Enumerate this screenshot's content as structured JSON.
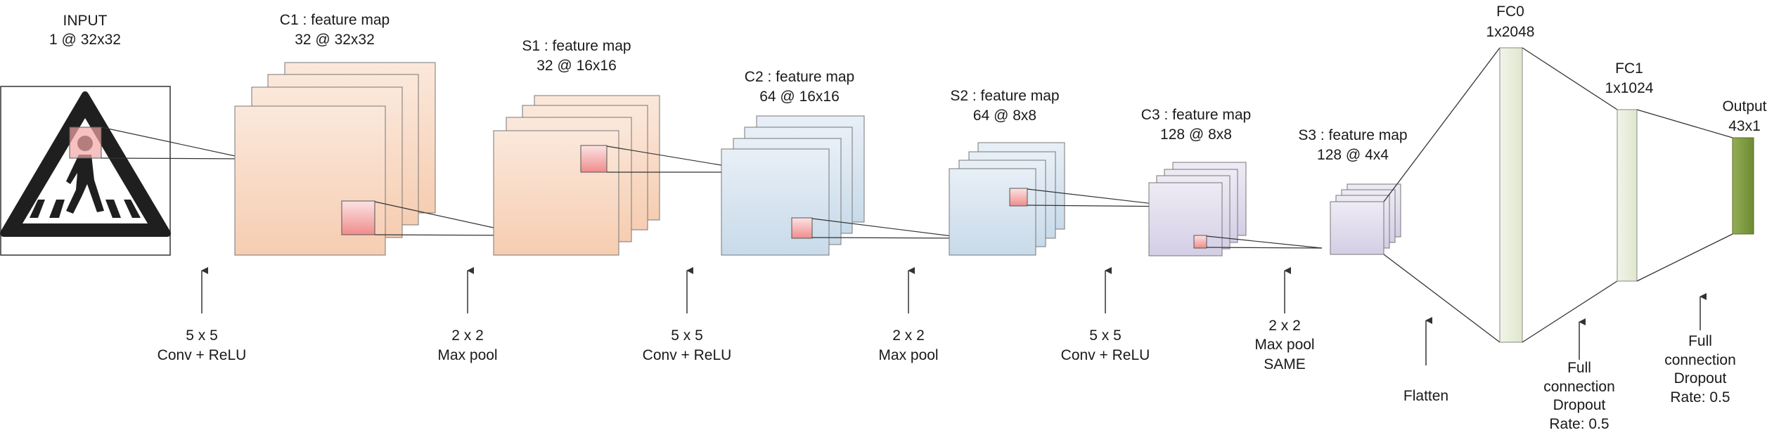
{
  "colors": {
    "input_border": "#333333",
    "sign_black": "#1f1f1f",
    "peach_fill_top": "#fbe6d8",
    "peach_fill_bottom": "#f6cdb2",
    "blue_fill_top": "#e6eef6",
    "blue_fill_bottom": "#c9dbea",
    "purple_fill_top": "#ebe7f3",
    "purple_fill_bottom": "#d6d0e6",
    "fc_fill": "#eaf0dd",
    "output_fill": "#7c9a3c",
    "receptive_field": "#f4a6a6",
    "line": "#333333"
  },
  "layers": {
    "input": {
      "title": "INPUT",
      "dims": "1 @ 32x32"
    },
    "c1": {
      "title": "C1 : feature map",
      "dims": "32 @ 32x32"
    },
    "s1": {
      "title": "S1 : feature map",
      "dims": "32 @ 16x16"
    },
    "c2": {
      "title": "C2 : feature map",
      "dims": "64 @ 16x16"
    },
    "s2": {
      "title": "S2 : feature map",
      "dims": "64 @ 8x8"
    },
    "c3": {
      "title": "C3 : feature map",
      "dims": "128 @ 8x8"
    },
    "s3": {
      "title": "S3 : feature map",
      "dims": "128 @ 4x4"
    },
    "fc0": {
      "title": "FC0",
      "dims": "1x2048"
    },
    "fc1": {
      "title": "FC1",
      "dims": "1x1024"
    },
    "output": {
      "title": "Output",
      "dims": "43x1"
    }
  },
  "operations": {
    "conv1": {
      "line1": "5 x 5",
      "line2": "Conv + ReLU"
    },
    "pool1": {
      "line1": "2 x 2",
      "line2": "Max pool"
    },
    "conv2": {
      "line1": "5 x 5",
      "line2": "Conv +  ReLU"
    },
    "pool2": {
      "line1": "2 x 2",
      "line2": "Max pool"
    },
    "conv3": {
      "line1": "5 x 5",
      "line2": "Conv + ReLU"
    },
    "pool3": {
      "line1": "2 x 2",
      "line2": "Max pool",
      "line3": "SAME"
    },
    "flatten": {
      "line1": "Flatten"
    },
    "full1": {
      "line1": "Full",
      "line2": "connection",
      "line3": "Dropout",
      "line4": "Rate: 0.5"
    },
    "full2": {
      "line1": "Full",
      "line2": "connection",
      "line3": "Dropout",
      "line4": "Rate: 0.5"
    }
  }
}
